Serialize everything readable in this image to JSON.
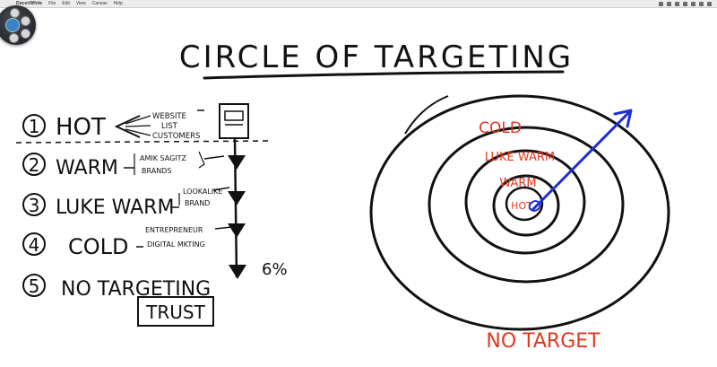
{
  "menubar": {
    "app_name": "DoceriWhite",
    "items": [
      "File",
      "Edit",
      "View",
      "Canvas",
      "Help"
    ]
  },
  "board": {
    "title": "CIRCLE OF TARGETING",
    "list": [
      {
        "num": "1",
        "label": "HOT"
      },
      {
        "num": "2",
        "label": "WARM"
      },
      {
        "num": "3",
        "label": "LUKE WARM"
      },
      {
        "num": "4",
        "label": "COLD"
      },
      {
        "num": "5",
        "label": "NO TARGETING"
      }
    ],
    "hot_notes": [
      "WEBSITE",
      "LIST",
      "CUSTOMERS"
    ],
    "warm_notes": [
      "AMIK SAGITZ",
      "BRANDS"
    ],
    "luke_notes": [
      "LOOKALIKE",
      "BRAND"
    ],
    "cold_notes": [
      "ENTREPRENEUR",
      "DIGITAL MKTING"
    ],
    "percent": "6%",
    "trust": "TRUST",
    "rings": {
      "cold": "COLD",
      "luke_warm": "LUKE WARM",
      "warm": "WARM",
      "hot": "HOT",
      "no_target": "NO TARGET"
    }
  },
  "colors": {
    "ink": "#111111",
    "red": "#e0391f",
    "blue": "#1d2fd6"
  }
}
